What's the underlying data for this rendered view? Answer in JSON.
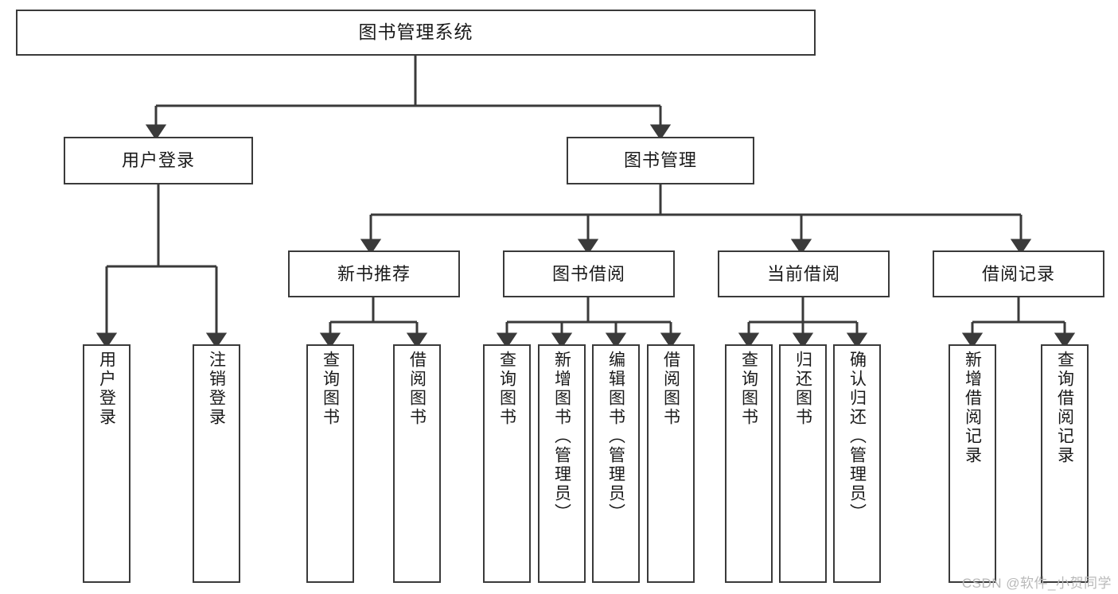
{
  "diagram": {
    "type": "tree",
    "title": "图书管理系统",
    "watermark": "CSDN @软件_小贺同学",
    "colors": {
      "background": "#ffffff",
      "node_border": "#3a3a3a",
      "node_fill": "#ffffff",
      "connector": "#3a3a3a",
      "text": "#1a1a1a",
      "watermark": "#b9b9b9"
    },
    "levels": {
      "root": "图书管理系统",
      "level2": [
        "用户登录",
        "图书管理"
      ],
      "level3": [
        "新书推荐",
        "图书借阅",
        "当前借阅",
        "借阅记录"
      ]
    },
    "nodes": {
      "root": {
        "label": "图书管理系统"
      },
      "user_login": {
        "label": "用户登录"
      },
      "book_manage": {
        "label": "图书管理"
      },
      "new_book_rec": {
        "label": "新书推荐"
      },
      "book_borrow": {
        "label": "图书借阅"
      },
      "current_borrow": {
        "label": "当前借阅"
      },
      "borrow_record": {
        "label": "借阅记录"
      },
      "leaf_user_login": {
        "label": "用户登录"
      },
      "leaf_user_logout": {
        "label": "注销登录"
      },
      "leaf_query_book_1": {
        "label": "查询图书"
      },
      "leaf_borrow_book_1": {
        "label": "借阅图书"
      },
      "leaf_query_book_2": {
        "label": "查询图书"
      },
      "leaf_add_book": {
        "label": "新增图书（管理员）"
      },
      "leaf_edit_book": {
        "label": "编辑图书（管理员）"
      },
      "leaf_borrow_book_2": {
        "label": "借阅图书"
      },
      "leaf_query_book_3": {
        "label": "查询图书"
      },
      "leaf_return_book": {
        "label": "归还图书"
      },
      "leaf_confirm_return": {
        "label": "确认归还（管理员）"
      },
      "leaf_add_record": {
        "label": "新增借阅记录"
      },
      "leaf_query_record": {
        "label": "查询借阅记录"
      }
    },
    "edges": [
      {
        "from": "root",
        "to": "user_login"
      },
      {
        "from": "root",
        "to": "book_manage"
      },
      {
        "from": "user_login",
        "to": "leaf_user_login"
      },
      {
        "from": "user_login",
        "to": "leaf_user_logout"
      },
      {
        "from": "book_manage",
        "to": "new_book_rec"
      },
      {
        "from": "book_manage",
        "to": "book_borrow"
      },
      {
        "from": "book_manage",
        "to": "current_borrow"
      },
      {
        "from": "book_manage",
        "to": "borrow_record"
      },
      {
        "from": "new_book_rec",
        "to": "leaf_query_book_1"
      },
      {
        "from": "new_book_rec",
        "to": "leaf_borrow_book_1"
      },
      {
        "from": "book_borrow",
        "to": "leaf_query_book_2"
      },
      {
        "from": "book_borrow",
        "to": "leaf_add_book"
      },
      {
        "from": "book_borrow",
        "to": "leaf_edit_book"
      },
      {
        "from": "book_borrow",
        "to": "leaf_borrow_book_2"
      },
      {
        "from": "current_borrow",
        "to": "leaf_query_book_3"
      },
      {
        "from": "current_borrow",
        "to": "leaf_return_book"
      },
      {
        "from": "current_borrow",
        "to": "leaf_confirm_return"
      },
      {
        "from": "borrow_record",
        "to": "leaf_add_record"
      },
      {
        "from": "borrow_record",
        "to": "leaf_query_record"
      }
    ]
  }
}
